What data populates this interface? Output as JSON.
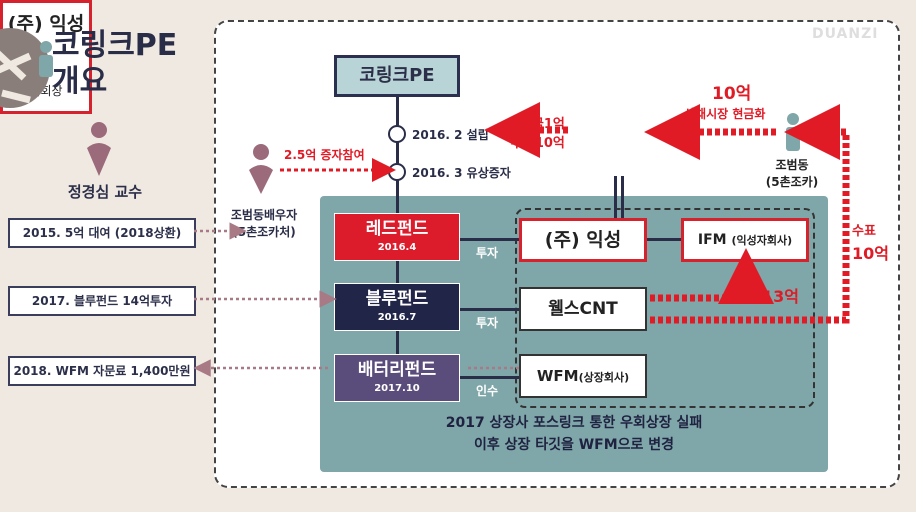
{
  "page": {
    "title": "코링크PE\n개요",
    "watermark": "DUANZI"
  },
  "left": {
    "professor": "정경심 교수",
    "items": [
      {
        "text": "2015. 5억 대여 (2018상환)"
      },
      {
        "text": "2017. 블루펀드 14억투자"
      },
      {
        "text": "2018. WFM 자문료 1,400만원"
      }
    ]
  },
  "diagram": {
    "top_node": "코링크PE",
    "events": [
      {
        "text": "2016. 2 설립"
      },
      {
        "text": "2016. 3 유상증자"
      }
    ],
    "spouse": {
      "line1": "조범동배우자",
      "line2": "(5촌조카처)"
    },
    "spouse_edge": "2.5억 증자참여",
    "funds": [
      {
        "name": "레드펀드",
        "year": "2016.4"
      },
      {
        "name": "블루펀드",
        "year": "2016.7"
      },
      {
        "name": "배터리펀드",
        "year": "2017.10"
      }
    ],
    "fund_edges": [
      "투자",
      "투자",
      "인수"
    ],
    "companies": {
      "ik_top": "(주) 익성",
      "ik_top_person": "이회장",
      "ik_main": "(주) 익성",
      "ifm": "IFM",
      "ifm_sub": "(익성자회사)",
      "wells": "웰스CNT",
      "wfm": "WFM",
      "wfm_sub": "(상장회사)"
    },
    "jobumdong": {
      "line1": "조범동",
      "line2": "(5촌조카)"
    },
    "flows": {
      "capital_1": "자본금1억",
      "capital_2": "투자10억",
      "amount_10": "10억",
      "bond_cash": "사채시장 현금화",
      "check": "수표",
      "check_amt": "10억",
      "amount_13": "13억"
    },
    "caption": {
      "line1": "2017 상장사  포스링크 통한 우회상장 실패",
      "line2": "이후 상장 타깃을 WFM으로 변경"
    },
    "colors": {
      "red": "#e01b26",
      "navy": "#212547",
      "purple": "#5a4d7c",
      "teal": "#7fa6a8"
    }
  }
}
